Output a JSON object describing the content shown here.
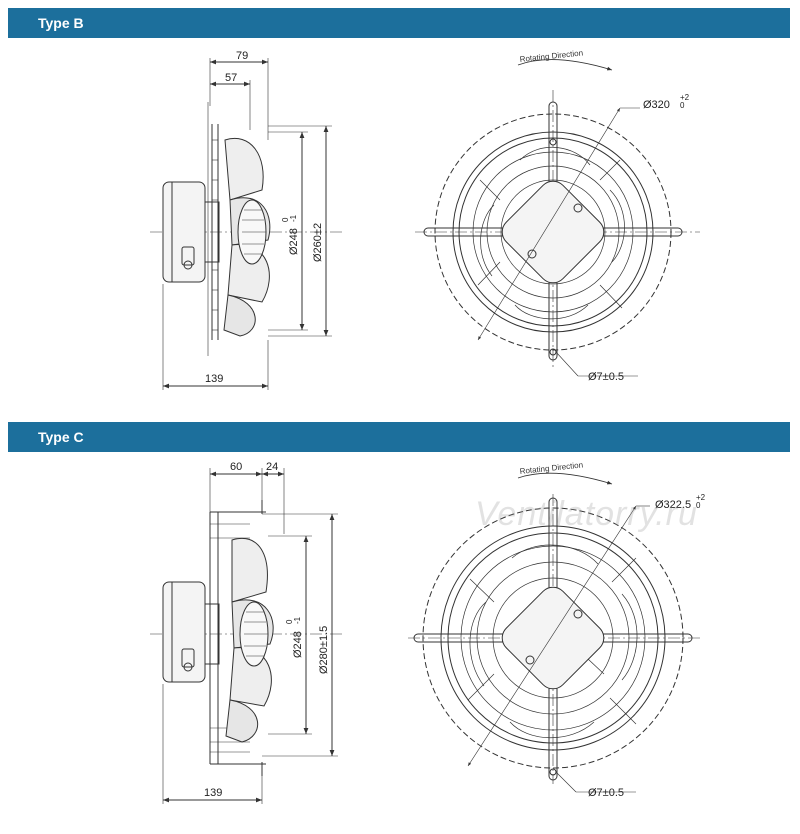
{
  "sections": [
    {
      "title": "Type B",
      "side_view": {
        "dims_top": [
          "79",
          "57"
        ],
        "dim_bottom": "139",
        "diameter_inner": "Ø248",
        "diameter_inner_tol": "0\n-1",
        "diameter_outer": "Ø260±2"
      },
      "front_view": {
        "rotating_direction": "Rotating Direction",
        "diameter_label": "Ø320",
        "diameter_tol": "+2\n0",
        "hole_label": "Ø7±0.5"
      }
    },
    {
      "title": "Type C",
      "side_view": {
        "dims_top": [
          "60",
          "24"
        ],
        "dim_bottom": "139",
        "diameter_inner": "Ø248",
        "diameter_inner_tol": "0\n-1",
        "diameter_outer": "Ø280±1.5"
      },
      "front_view": {
        "rotating_direction": "Rotating Direction",
        "diameter_label": "Ø322.5",
        "diameter_tol": "+2\n0",
        "hole_label": "Ø7±0.5"
      }
    }
  ],
  "watermark": "Ventilatorry.ru",
  "colors": {
    "header_bar": "#1c6f9c",
    "line": "#333333"
  }
}
